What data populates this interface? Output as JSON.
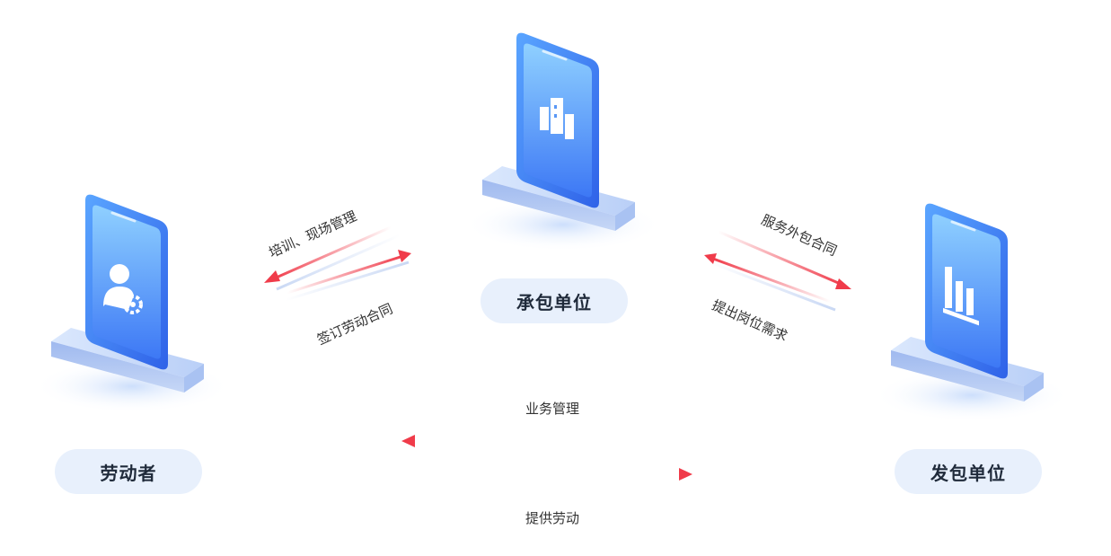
{
  "nodes": {
    "worker": {
      "label": "劳动者",
      "icon": "user-gear-icon"
    },
    "contractor": {
      "label": "承包单位",
      "icon": "building-icon"
    },
    "client": {
      "label": "发包单位",
      "icon": "bar-chart-icon"
    }
  },
  "flows": {
    "worker_contractor_top": "培训、现场管理",
    "worker_contractor_bottom": "签订劳动合同",
    "contractor_client_top": "服务外包合同",
    "contractor_client_bottom": "提出岗位需求",
    "client_worker_top": "业务管理",
    "client_worker_bottom": "提供劳动"
  },
  "colors": {
    "arrow": "#f03b4a",
    "arrow_shadow": "#c9d8f4",
    "device_dark": "#3d78f5",
    "device_light": "#8fd0ff",
    "pill_bg": "#e8f0fc",
    "base": "#b9cff7"
  }
}
